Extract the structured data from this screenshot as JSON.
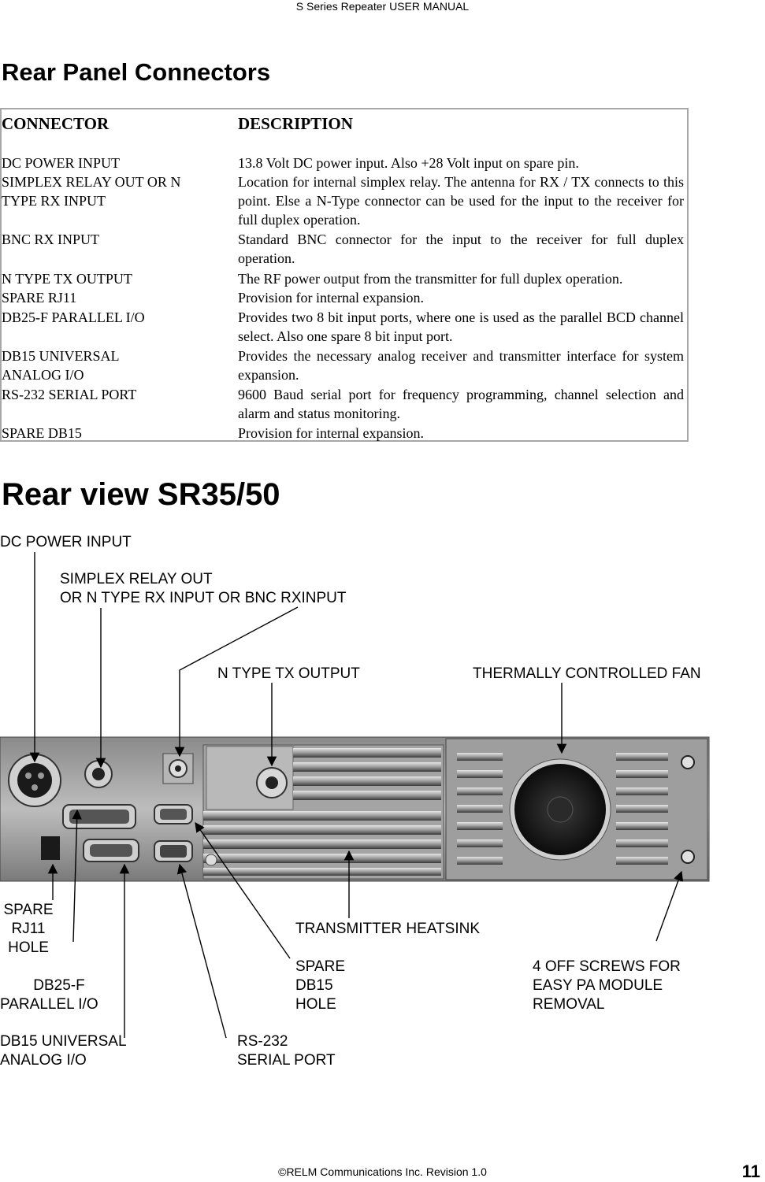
{
  "header": "S Series Repeater USER MANUAL",
  "section1_title": "Rear Panel Connectors",
  "table": {
    "col1_header": "CONNECTOR",
    "col2_header": "DESCRIPTION",
    "rows": [
      {
        "connector": "DC POWER INPUT",
        "description": "13.8 Volt DC power input. Also +28 Volt input on spare pin."
      },
      {
        "connector": "SIMPLEX RELAY OUT OR N TYPE RX INPUT",
        "description": "Location for internal simplex relay.  The antenna for RX / TX connects to this point.  Else a N-Type connector can be used for the input to the receiver for full duplex operation."
      },
      {
        "connector": "BNC RX INPUT",
        "description": "Standard BNC connector for the input to the receiver for full duplex operation."
      },
      {
        "connector": "N TYPE TX OUTPUT",
        "description": "The RF power output from the transmitter for full duplex operation."
      },
      {
        "connector": "SPARE RJ11",
        "description": "Provision for internal expansion."
      },
      {
        "connector": "DB25-F PARALLEL I/O",
        "description": "Provides two 8 bit input ports, where one is used as the parallel BCD channel select.  Also one spare 8 bit input port."
      },
      {
        "connector": "DB15 UNIVERSAL ANALOG I/O",
        "description": "Provides the necessary analog receiver and transmitter interface for system expansion."
      },
      {
        "connector": "RS-232 SERIAL PORT",
        "description": "9600 Baud serial port for frequency programming, channel selection and alarm and status monitoring."
      },
      {
        "connector": "SPARE DB15",
        "description": "Provision for internal expansion."
      }
    ]
  },
  "section2_title": "Rear view SR35/50",
  "callouts": {
    "dc_power": "DC POWER INPUT",
    "simplex_1": "SIMPLEX RELAY OUT",
    "simplex_2": "OR N TYPE RX INPUT OR BNC RXINPUT",
    "ntype_tx": "N TYPE TX OUTPUT",
    "fan": "THERMALLY CONTROLLED FAN",
    "spare_rj11_1": "SPARE",
    "spare_rj11_2": "RJ11",
    "spare_rj11_3": "HOLE",
    "heatsink": "TRANSMITTER HEATSINK",
    "spare_db15_1": "SPARE",
    "spare_db15_2": "DB15",
    "spare_db15_3": "HOLE",
    "screws_1": "4 OFF SCREWS FOR",
    "screws_2": "EASY PA MODULE",
    "screws_3": "REMOVAL",
    "db25_1": "DB25-F",
    "db25_2": "PARALLEL I/O",
    "db15u_1": "DB15 UNIVERSAL",
    "db15u_2": "ANALOG I/O",
    "rs232_1": "RS-232",
    "rs232_2": "SERIAL PORT"
  },
  "footer": "©RELM Communications Inc.  Revision 1.0",
  "page_number": "11"
}
